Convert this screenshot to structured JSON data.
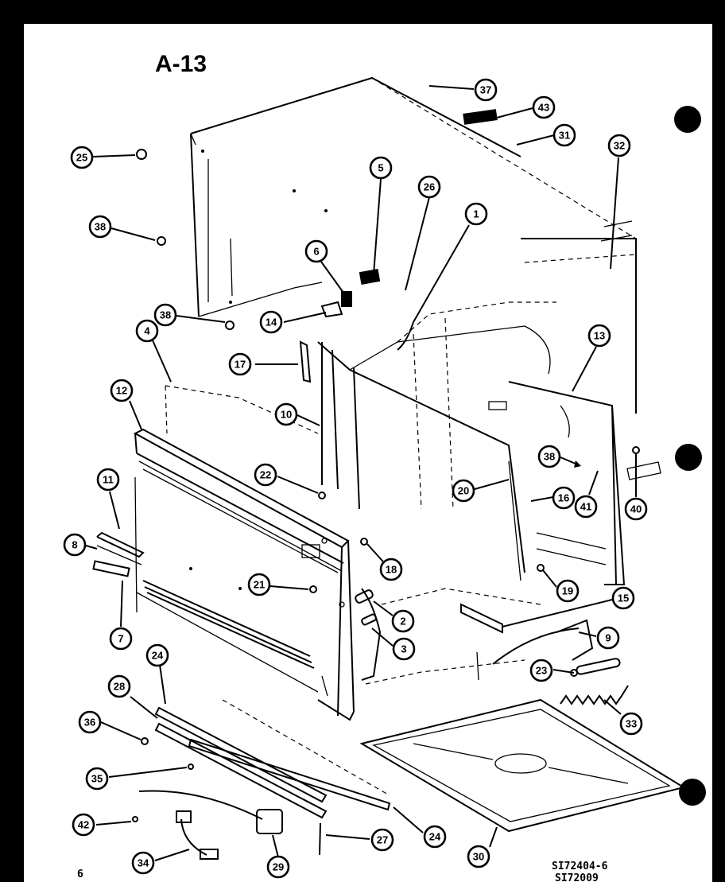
{
  "diagram": {
    "title": "A-13",
    "page_number": "6",
    "ref_code": "SI72404-6",
    "ref_code_2": "SI72009"
  },
  "callouts": [
    {
      "label": "37"
    },
    {
      "label": "43"
    },
    {
      "label": "31"
    },
    {
      "label": "25"
    },
    {
      "label": "32"
    },
    {
      "label": "5"
    },
    {
      "label": "26"
    },
    {
      "label": "1"
    },
    {
      "label": "38"
    },
    {
      "label": "6"
    },
    {
      "label": "38"
    },
    {
      "label": "14"
    },
    {
      "label": "4"
    },
    {
      "label": "13"
    },
    {
      "label": "17"
    },
    {
      "label": "12"
    },
    {
      "label": "10"
    },
    {
      "label": "38"
    },
    {
      "label": "22"
    },
    {
      "label": "20"
    },
    {
      "label": "16"
    },
    {
      "label": "41"
    },
    {
      "label": "40"
    },
    {
      "label": "11"
    },
    {
      "label": "8"
    },
    {
      "label": "18"
    },
    {
      "label": "21"
    },
    {
      "label": "19"
    },
    {
      "label": "15"
    },
    {
      "label": "2"
    },
    {
      "label": "7"
    },
    {
      "label": "3"
    },
    {
      "label": "9"
    },
    {
      "label": "24"
    },
    {
      "label": "23"
    },
    {
      "label": "28"
    },
    {
      "label": "33"
    },
    {
      "label": "36"
    },
    {
      "label": "35"
    },
    {
      "label": "24"
    },
    {
      "label": "42"
    },
    {
      "label": "27"
    },
    {
      "label": "29"
    },
    {
      "label": "34"
    },
    {
      "label": "30"
    }
  ]
}
